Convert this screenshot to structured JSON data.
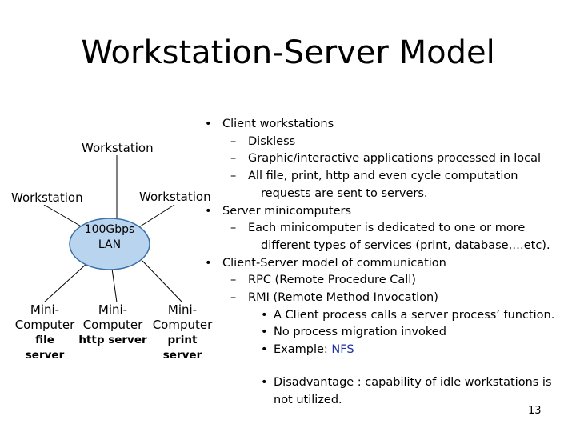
{
  "title": "Workstation-Server Model",
  "diagram": {
    "workstations": [
      "Workstation",
      "Workstation",
      "Workstation"
    ],
    "lan_lines": [
      "100Gbps",
      "LAN"
    ],
    "servers": [
      {
        "l1": "Mini-",
        "l2": "Computer",
        "kind": "file server"
      },
      {
        "l1": "Mini-",
        "l2": "Computer",
        "kind": "http server"
      },
      {
        "l1": "Mini-",
        "l2": "Computer",
        "kind": "print server"
      }
    ],
    "lan_fill": "#b9d4ef"
  },
  "bullets": {
    "b1": "Client workstations",
    "b1a": "Diskless",
    "b1b": "Graphic/interactive applications processed in local",
    "b1c": "All file, print, http and even cycle computation",
    "b1c_cont": "requests are sent to servers.",
    "b2": "Server minicomputers",
    "b2a": "Each minicomputer is dedicated to one or more",
    "b2a_cont": "different types of services (print, database,…etc).",
    "b3": "Client-Server model of communication",
    "b3a": "RPC (Remote Procedure Call)",
    "b3b": "RMI (Remote Method Invocation)",
    "b3b1": "A Client process calls a server process’ function.",
    "b3b2": "No process migration invoked",
    "b3b3_label": "Example: ",
    "b3b3_link": "NFS",
    "b3b4": "Disadvantage : capability of idle workstations is",
    "b3b4_cont": "not utilized."
  },
  "marks": {
    "bullet": "•",
    "dash": "–"
  },
  "page_number": "13"
}
